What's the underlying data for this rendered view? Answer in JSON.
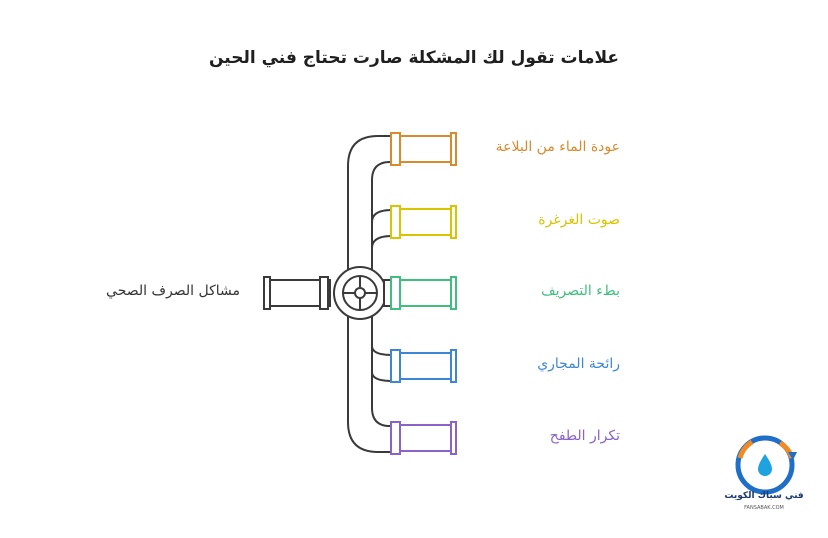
{
  "title": "علامات تقول لك المشكلة صارت تحتاج فني الحين",
  "source_label": "مشاكل الصرف الصحي",
  "branches": [
    {
      "label": "عودة الماء من البلاعة",
      "color": "#d88a2f"
    },
    {
      "label": "صوت الغرغرة",
      "color": "#d9c400"
    },
    {
      "label": "بطء التصريف",
      "color": "#3fbf7f"
    },
    {
      "label": "رائحة المجاري",
      "color": "#3b87d6"
    },
    {
      "label": "تكرار الطفح",
      "color": "#8a62c9"
    }
  ],
  "logo": {
    "brand": "فني سباك الكويت",
    "site": "FANSABAK.COM",
    "icon": "water-drop-icon"
  }
}
